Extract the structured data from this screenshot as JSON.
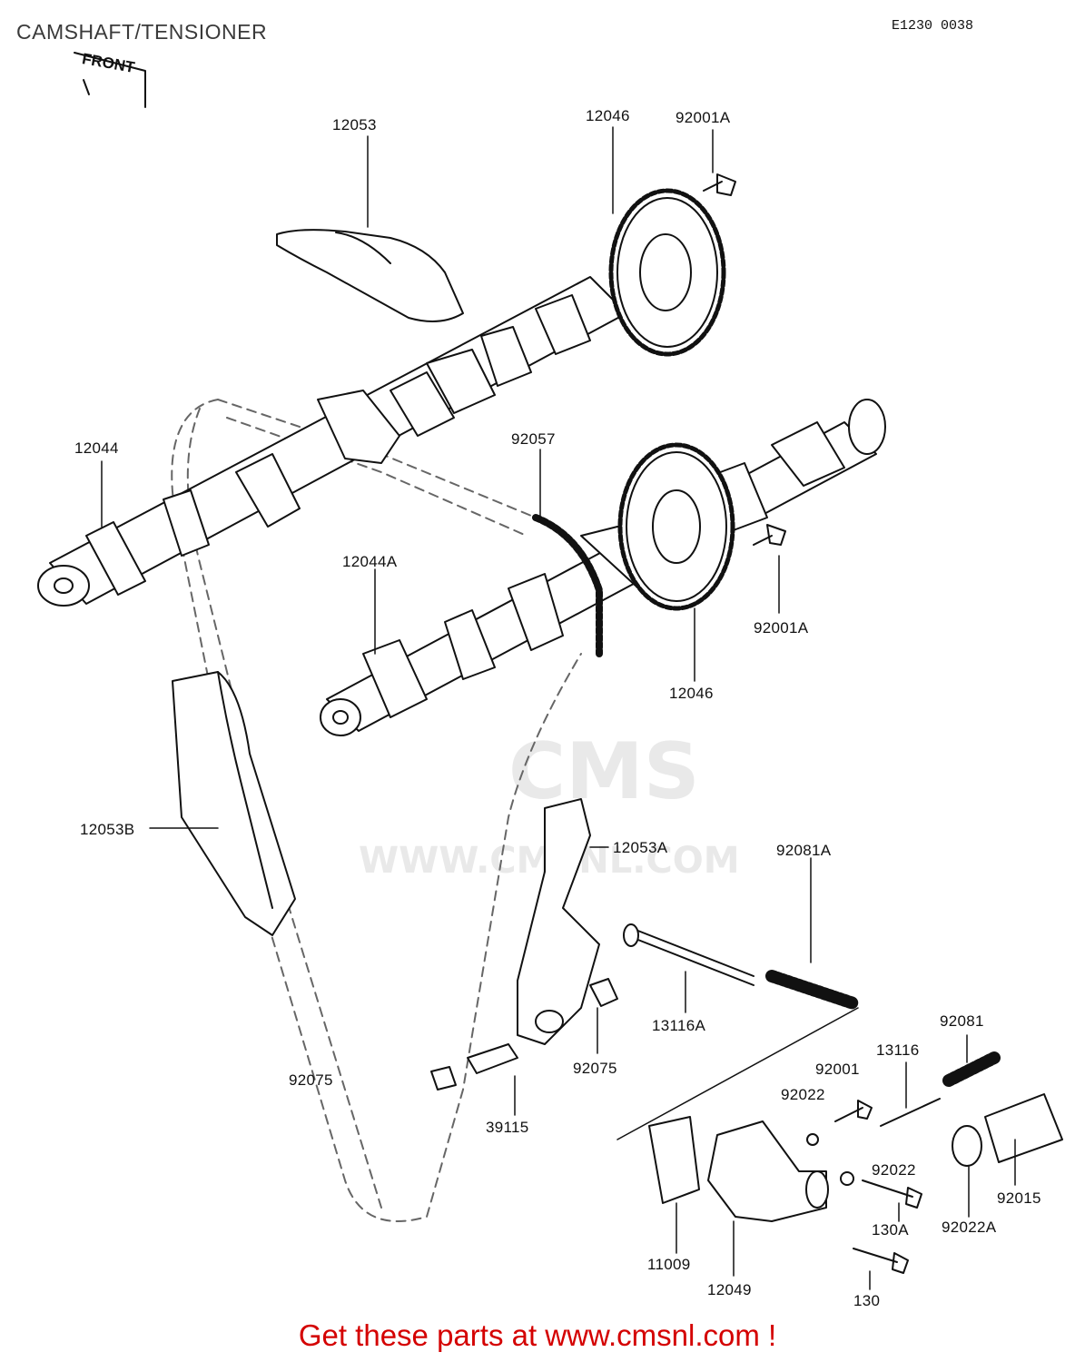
{
  "page": {
    "title": "CAMSHAFT/TENSIONER",
    "diagram_code": "E1230 0038",
    "front_marker": "FRONT"
  },
  "watermark": {
    "logo_text": "CMS",
    "url_text": "WWW.CMSNL.COM"
  },
  "footer": {
    "text": "Get these parts at www.cmsnl.com !"
  },
  "parts": [
    {
      "id": "p12053",
      "label": "12053"
    },
    {
      "id": "p12046a",
      "label": "12046"
    },
    {
      "id": "p92001a1",
      "label": "92001A"
    },
    {
      "id": "p12044",
      "label": "12044"
    },
    {
      "id": "p92057",
      "label": "92057"
    },
    {
      "id": "p12044a",
      "label": "12044A"
    },
    {
      "id": "p92001a2",
      "label": "92001A"
    },
    {
      "id": "p12046b",
      "label": "12046"
    },
    {
      "id": "p12053b",
      "label": "12053B"
    },
    {
      "id": "p12053a",
      "label": "12053A"
    },
    {
      "id": "p92081a",
      "label": "92081A"
    },
    {
      "id": "p13116a",
      "label": "13116A"
    },
    {
      "id": "p92075a",
      "label": "92075"
    },
    {
      "id": "p92075b",
      "label": "92075"
    },
    {
      "id": "p39115",
      "label": "39115"
    },
    {
      "id": "p92081",
      "label": "92081"
    },
    {
      "id": "p13116",
      "label": "13116"
    },
    {
      "id": "p92001",
      "label": "92001"
    },
    {
      "id": "p92022a",
      "label": "92022"
    },
    {
      "id": "p92022b",
      "label": "92022"
    },
    {
      "id": "p130a",
      "label": "130A"
    },
    {
      "id": "p92022a2",
      "label": "92022A"
    },
    {
      "id": "p92015",
      "label": "92015"
    },
    {
      "id": "p11009",
      "label": "11009"
    },
    {
      "id": "p12049",
      "label": "12049"
    },
    {
      "id": "p130",
      "label": "130"
    }
  ]
}
